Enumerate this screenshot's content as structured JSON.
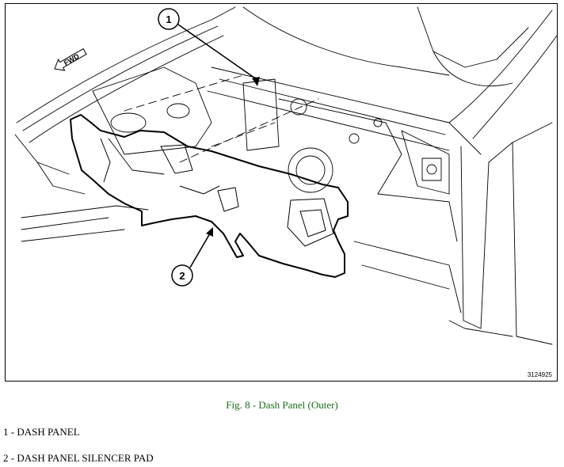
{
  "figure": {
    "id_number": "3124925",
    "fwd_label": "FWD",
    "callouts": [
      {
        "number": "1"
      },
      {
        "number": "2"
      }
    ]
  },
  "caption": {
    "text": "Fig. 8 - Dash Panel (Outer)",
    "color": "#1a6e1a"
  },
  "legend": [
    {
      "text": "1 - DASH PANEL"
    },
    {
      "text": "2 - DASH PANEL SILENCER PAD"
    }
  ]
}
